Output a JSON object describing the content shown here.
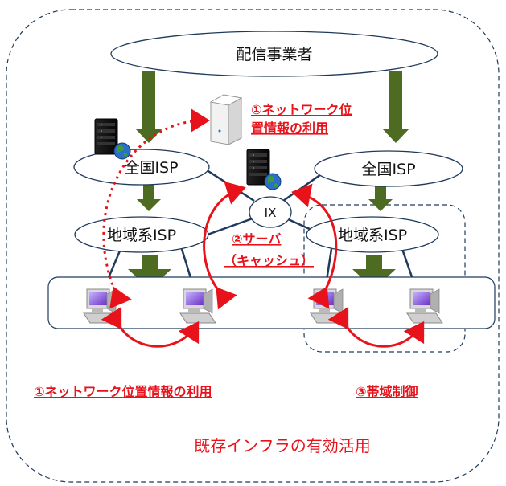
{
  "diagram": {
    "distributor": "配信事業者",
    "national_isp_left": "全国ISP",
    "national_isp_right": "全国ISP",
    "regional_isp_left": "地域系ISP",
    "regional_isp_right": "地域系ISP",
    "ix": "IX",
    "note1_line1": "①ネットワーク位",
    "note1_line2": "置情報の利用",
    "note2_line1": "②サーバ",
    "note2_line2": "（キャッシュ）",
    "bottom_note1": "①ネットワーク位置情報の利用",
    "bottom_note3": "③帯域制御",
    "footer": "既存インフラの有効活用"
  },
  "colors": {
    "green_arrow": "#4e6b22",
    "red": "#e8121a",
    "navy": "#1f3a5c",
    "ellipse_fill": "#ffffff"
  },
  "icons": [
    "server-rack-icon",
    "white-server-icon",
    "pc-terminal-icon",
    "globe-icon"
  ]
}
